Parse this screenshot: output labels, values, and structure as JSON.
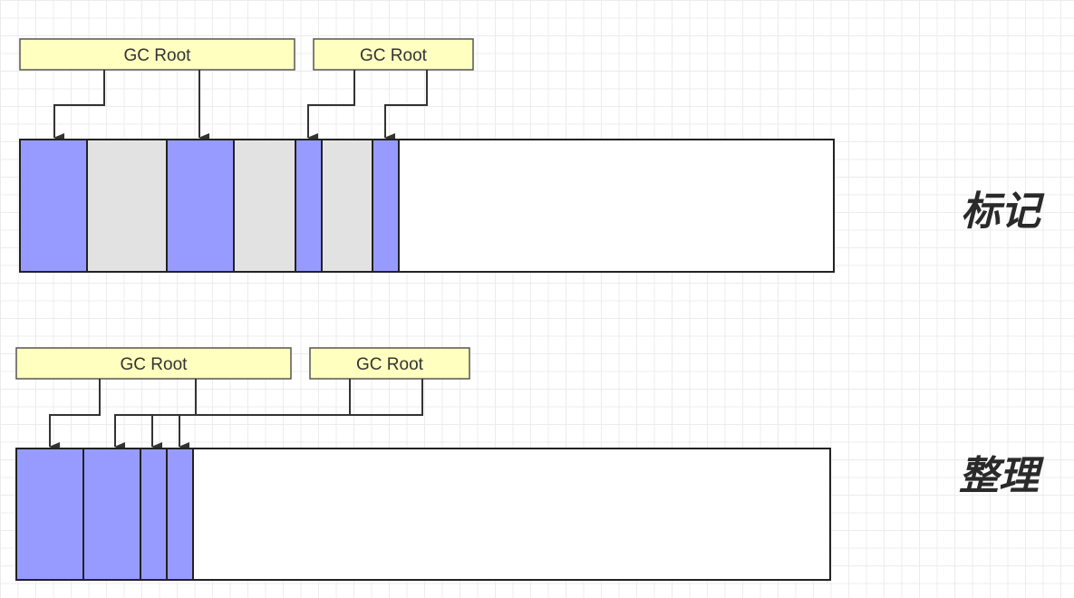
{
  "colors": {
    "root_box_fill": "#ffffc0",
    "root_box_stroke": "#555555",
    "live_block": "#979bff",
    "garbage_block": "#e2e2e2",
    "free_block": "#ffffff",
    "stroke": "#222222"
  },
  "mark": {
    "label": "标记",
    "roots": [
      {
        "label": "GC Root"
      },
      {
        "label": "GC Root"
      }
    ],
    "blocks": [
      "live",
      "garbage",
      "live",
      "garbage",
      "live",
      "garbage",
      "live",
      "free"
    ]
  },
  "compact": {
    "label": "整理",
    "roots": [
      {
        "label": "GC Root"
      },
      {
        "label": "GC Root"
      }
    ],
    "blocks": [
      "live",
      "live",
      "live",
      "live",
      "free"
    ]
  }
}
